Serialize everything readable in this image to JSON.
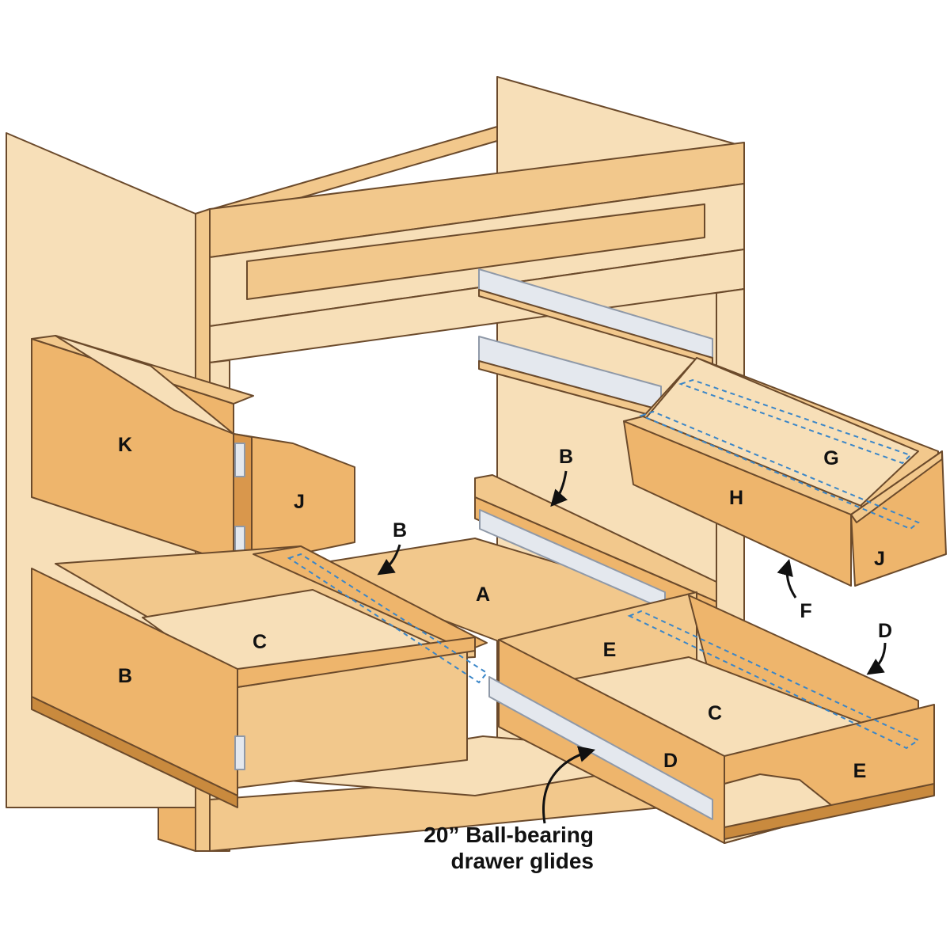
{
  "diagram": {
    "parts": {
      "A": "A",
      "B": "B",
      "C": "C",
      "D": "D",
      "E": "E",
      "F": "F",
      "G": "G",
      "H": "H",
      "J": "J",
      "K": "K"
    },
    "caption": {
      "line1": "20” Ball-bearing",
      "line2": "drawer glides"
    }
  },
  "colors": {
    "wood_light": "#f7dfb8",
    "wood_mid": "#f2c88c",
    "wood_face": "#eeb56c",
    "wood_dark": "#d9974c",
    "edge_stripe": "#c98a3e",
    "outline": "#6b4a2b",
    "metal_light": "#e4e8ee",
    "metal_dark": "#8f99a8",
    "dashed_blue": "#3a86c8",
    "arrow": "#111111",
    "text": "#111111"
  }
}
